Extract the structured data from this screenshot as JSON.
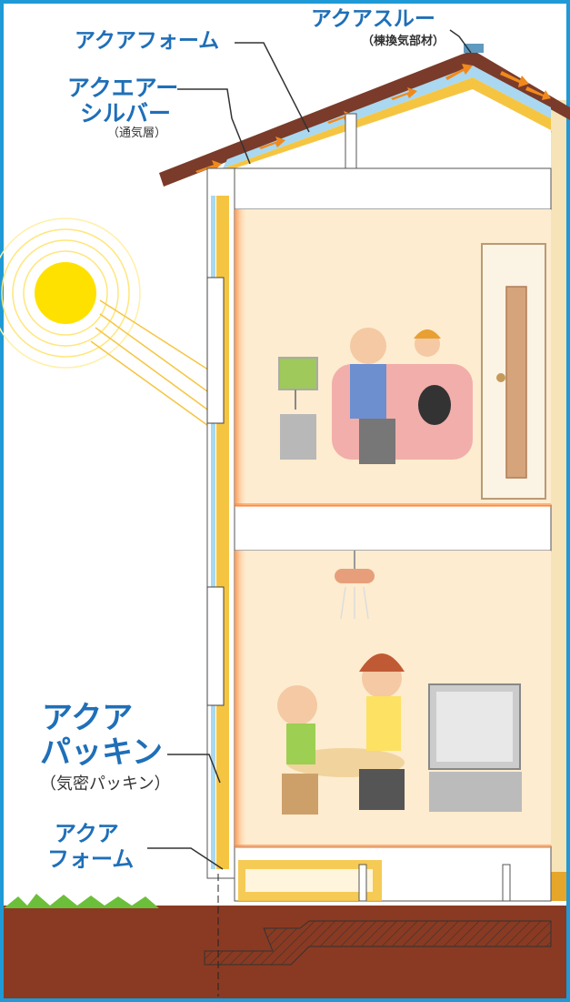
{
  "labels": {
    "aqua_through": "アクアスルー",
    "aqua_through_sub": "（棟換気部材）",
    "aqua_foam_top": "アクアフォーム",
    "aqua_air_silver_line1": "アクエアー",
    "aqua_air_silver_line2": "シルバー",
    "aqua_air_silver_sub": "（通気層）",
    "aqua_packing_line1": "アクア",
    "aqua_packing_line2": "パッキン",
    "aqua_packing_sub": "（気密パッキン）",
    "aqua_foam_bottom_line1": "アクア",
    "aqua_foam_bottom_line2": "フォーム"
  },
  "colors": {
    "frame_blue": "#1f9ad6",
    "label_blue": "#1f6fb8",
    "roof_brown": "#7a3b2a",
    "ground_brown": "#8a3a22",
    "grass_green": "#6cbf3a",
    "insulation_yellow": "#f5c542",
    "airflow_orange": "#f08a1c",
    "room_fill": "#fdeccf",
    "sun_yellow": "#ffe100"
  }
}
